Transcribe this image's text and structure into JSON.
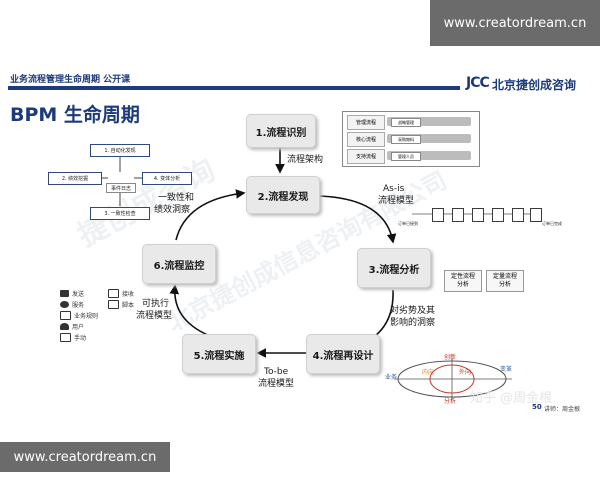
{
  "watermark": "www.creatordream.cn",
  "slide": {
    "header_text": "业务流程管理生命周期 公开课",
    "logo_mark": "JCC",
    "logo_text": "北京捷创成咨询",
    "title": "BPM 生命周期",
    "page_number": "50",
    "lecturer": "讲师：周金根",
    "zhihu_mark": "知乎 @周金根"
  },
  "ghost_watermark": {
    "line1": "捷创成咨询",
    "line2": "北京捷创成信息咨询有限公司"
  },
  "stages": [
    {
      "id": "identify",
      "label": "1.流程识别"
    },
    {
      "id": "discover",
      "label": "2.流程发现"
    },
    {
      "id": "analyze",
      "label": "3.流程分析"
    },
    {
      "id": "redesign",
      "label": "4.流程再设计"
    },
    {
      "id": "implement",
      "label": "5.流程实施"
    },
    {
      "id": "monitor",
      "label": "6.流程监控"
    }
  ],
  "edge_labels": {
    "architecture": "流程架构",
    "asis_1": "As-is",
    "asis_2": "流程模型",
    "insight_1": "对劣势及其",
    "insight_2": "影响的洞察",
    "tobe_1": "To-be",
    "tobe_2": "流程模型",
    "executable_1": "可执行",
    "executable_2": "流程模型",
    "consistency_1": "一致性和",
    "consistency_2": "绩效洞察"
  },
  "mining_cycle": {
    "auto_discovery": "1. 自动化发现",
    "performance": "2. 绩效挖掘",
    "variant": "4. 变体分析",
    "event_log": "事件日志",
    "conformance": "3. 一致性检查"
  },
  "architecture_table": {
    "rows": [
      {
        "label": "管理流程",
        "tag": "战略管理"
      },
      {
        "label": "核心流程",
        "tag": "采购物料"
      },
      {
        "label": "支持流程",
        "tag": "管理人员"
      }
    ]
  },
  "asis_flow": {
    "start": "订单已接到",
    "end": "订单已完成"
  },
  "analysis_methods": [
    {
      "line1": "定性流程",
      "line2": "分析"
    },
    {
      "line1": "定量流程",
      "line2": "分析"
    }
  ],
  "redesign_diagram": {
    "innovation": "创新",
    "inward": "内向",
    "outward": "外向",
    "business": "业务",
    "change": "变革",
    "analysis": "分析"
  },
  "legend": [
    {
      "icon": "send-icon",
      "label": "发送",
      "icon2": "receive-icon",
      "label2": "接收"
    },
    {
      "icon": "service-icon",
      "label": "服务",
      "icon2": "script-icon",
      "label2": "脚本"
    },
    {
      "icon": "business-rule-icon",
      "label": "业务规则",
      "icon2": "",
      "label2": ""
    },
    {
      "icon": "user-icon",
      "label": "用户",
      "icon2": "",
      "label2": ""
    },
    {
      "icon": "manual-icon",
      "label": "手动",
      "icon2": "",
      "label2": ""
    }
  ],
  "colors": {
    "brand": "#1d3a7a",
    "stage_fill": "#e9e9e9",
    "arrow": "#111111",
    "accent_red": "#c0392b",
    "accent_orange": "#e67e22",
    "accent_blue": "#2e5fa8"
  }
}
